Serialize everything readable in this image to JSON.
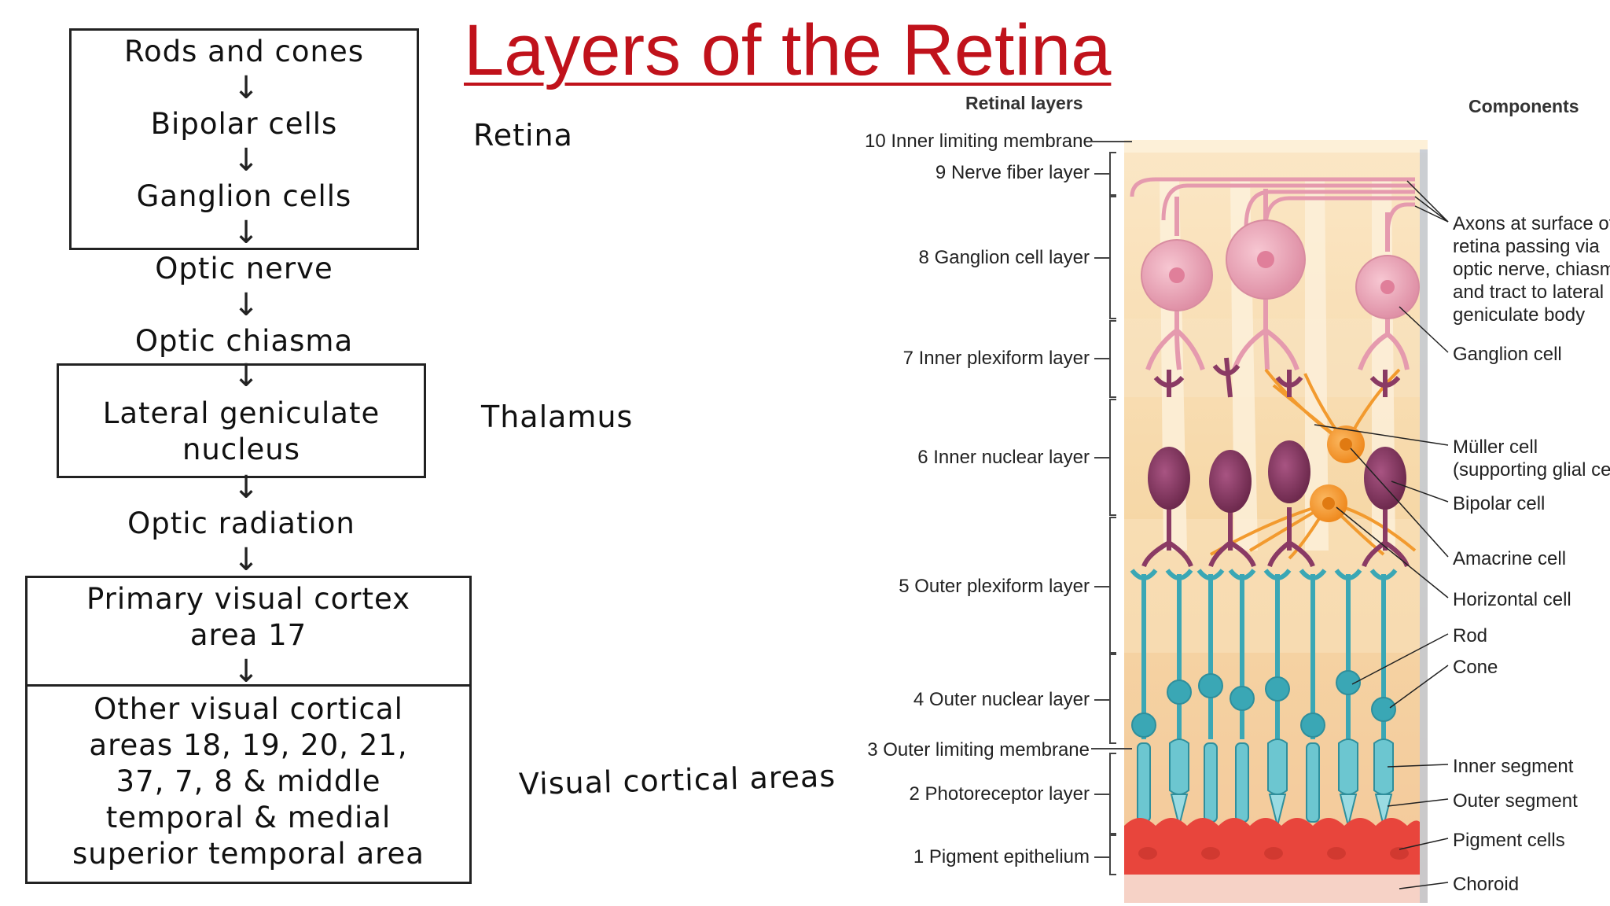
{
  "title": "Layers of the Retina",
  "flow": {
    "rods_cones": "Rods and cones",
    "bipolar": "Bipolar cells",
    "ganglion": "Ganglion cells",
    "optic_nerve": "Optic nerve",
    "optic_chiasma": "Optic chiasma",
    "lgn_line1": "Lateral geniculate",
    "lgn_line2": "nucleus",
    "optic_radiation": "Optic radiation",
    "v1_line1": "Primary visual cortex",
    "v1_line2": "area 17",
    "other_line1": "Other visual cortical",
    "other_line2": "areas 18, 19, 20, 21,",
    "other_line3": "37, 7, 8 & middle",
    "other_line4": "temporal & medial",
    "other_line5": "superior temporal area",
    "arrow": "↓"
  },
  "regions": {
    "retina": "Retina",
    "thalamus": "Thalamus",
    "visual_cortical": "Visual cortical areas"
  },
  "diagram": {
    "retinal_layers_header": "Retinal layers",
    "components_header": "Components",
    "layers": [
      "10 Inner limiting membrane",
      "9 Nerve fiber layer",
      "8 Ganglion cell layer",
      "7 Inner plexiform layer",
      "6 Inner nuclear layer",
      "5 Outer plexiform layer",
      "4 Outer nuclear layer",
      "3 Outer limiting membrane",
      "2 Photoreceptor layer",
      "1 Pigment epithelium"
    ],
    "components": {
      "axons": [
        "Axons at surface of",
        "retina passing via",
        "optic nerve, chiasm",
        "and tract to lateral",
        "geniculate body"
      ],
      "ganglion_cell": "Ganglion cell",
      "muller_cell": [
        "Müller cell",
        "(supporting glial cell)"
      ],
      "bipolar_cell": "Bipolar cell",
      "amacrine_cell": "Amacrine cell",
      "horizontal_cell": "Horizontal cell",
      "rod": "Rod",
      "cone": "Cone",
      "inner_segment": "Inner segment",
      "outer_segment": "Outer segment",
      "pigment_cells": "Pigment cells",
      "choroid": "Choroid"
    }
  },
  "colors": {
    "title": "#c0121b",
    "bipolar": "#8a3a64",
    "photoreceptor": "#3aa7b5",
    "ganglion": "#e6a0b4",
    "glial": "#f29a2e",
    "pigment": "#e8453c",
    "background_tissue": "#f8deb0"
  }
}
